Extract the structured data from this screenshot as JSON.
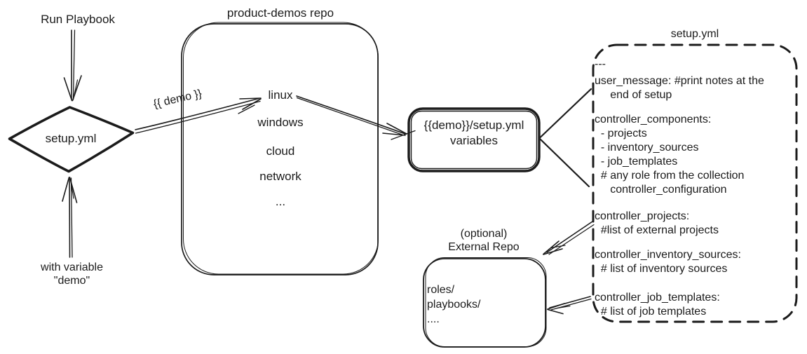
{
  "colors": {
    "ink": "#1b1b1b",
    "background": "#ffffff"
  },
  "flow": {
    "run_label": "Run Playbook",
    "diamond_label": "setup.yml",
    "variable_label": "with variable\n\"demo\"",
    "demo_arrow_label": "{{ demo }}"
  },
  "repo": {
    "title": "product-demos repo",
    "items": [
      "linux",
      "windows",
      "cloud",
      "network",
      "..."
    ]
  },
  "variables_box": {
    "label": "{{demo}}/setup.yml\nvariables"
  },
  "setup_file": {
    "title": "setup.yml",
    "blocks": [
      "---",
      "user_message: #print notes at the\n     end of setup",
      "controller_components:\n  - projects\n  - inventory_sources\n  - job_templates\n  # any role from the collection\n     controller_configuration",
      "controller_projects:\n  #list of external projects",
      "controller_inventory_sources:\n  # list of inventory sources",
      "controller_job_templates:\n  # list of job templates"
    ]
  },
  "external_repo": {
    "title": "(optional)\nExternal Repo",
    "content": "roles/\nplaybooks/\n...."
  }
}
